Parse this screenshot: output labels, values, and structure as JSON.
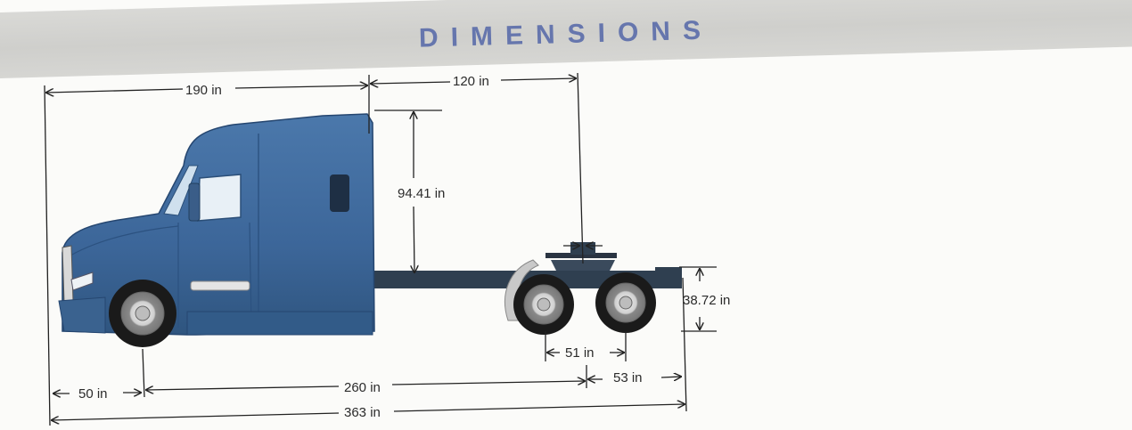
{
  "header": {
    "title": "DIMENSIONS"
  },
  "dimensions": {
    "front_to_cab_back": "190 in",
    "cab_back_to_fifth_wheel": "120 in",
    "cab_height": "94.41 in",
    "frame_height": "38.72 in",
    "tandem_spacing": "51 in",
    "rear_overhang": "53 in",
    "front_overhang": "50 in",
    "wheelbase": "260 in",
    "overall_length": "363 in"
  },
  "colors": {
    "truck_body": "#3f6b9f",
    "title": "#6676ad",
    "banner": "#d3d3d0"
  },
  "icons": {
    "truck": "semi-truck-tractor-side-view"
  }
}
